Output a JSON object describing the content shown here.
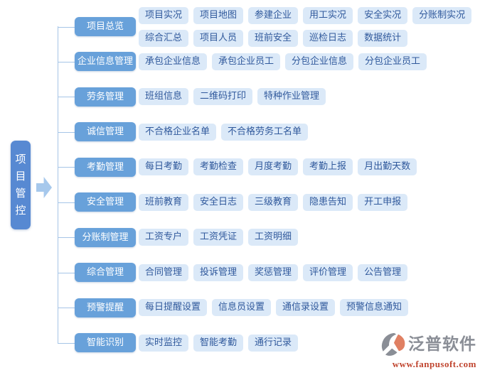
{
  "root": {
    "label": "项目管控"
  },
  "tree": {
    "rows": [
      {
        "category": "项目总览",
        "items": [
          "项目实况",
          "项目地图",
          "参建企业",
          "用工实况",
          "安全实况",
          "分账制实况",
          "综合汇总",
          "项目人员",
          "班前安全",
          "巡检日志",
          "数据统计"
        ]
      },
      {
        "category": "企业信息管理",
        "items": [
          "承包企业信息",
          "承包企业员工",
          "分包企业信息",
          "分包企业员工"
        ]
      },
      {
        "category": "劳务管理",
        "items": [
          "班组信息",
          "二维码打印",
          "特种作业管理"
        ]
      },
      {
        "category": "诚信管理",
        "items": [
          "不合格企业名单",
          "不合格劳务工名单"
        ]
      },
      {
        "category": "考勤管理",
        "items": [
          "每日考勤",
          "考勤检查",
          "月度考勤",
          "考勤上报",
          "月出勤天数"
        ]
      },
      {
        "category": "安全管理",
        "items": [
          "班前教育",
          "安全日志",
          "三级教育",
          "隐患告知",
          "开工申报"
        ]
      },
      {
        "category": "分账制管理",
        "items": [
          "工资专户",
          "工资凭证",
          "工资明细"
        ]
      },
      {
        "category": "综合管理",
        "items": [
          "合同管理",
          "投诉管理",
          "奖惩管理",
          "评价管理",
          "公告管理"
        ]
      },
      {
        "category": "预警提醒",
        "items": [
          "每日提醒设置",
          "信息员设置",
          "通信录设置",
          "预警信息通知"
        ]
      },
      {
        "category": "智能识别",
        "items": [
          "实时监控",
          "智能考勤",
          "通行记录"
        ]
      }
    ]
  },
  "logo": {
    "name": "泛普软件",
    "url": "www.fanpusoft.com"
  },
  "colors": {
    "root_bg": "#5789d2",
    "category_bg": "#68a1da",
    "item_bg": "#dbe9f8",
    "item_text": "#30599c",
    "line": "#a6c5e7",
    "arrow": "#a6c8ec",
    "logo_grey": "#8a8e96",
    "logo_accent": "#e08063",
    "logo_url": "#c0452f"
  }
}
